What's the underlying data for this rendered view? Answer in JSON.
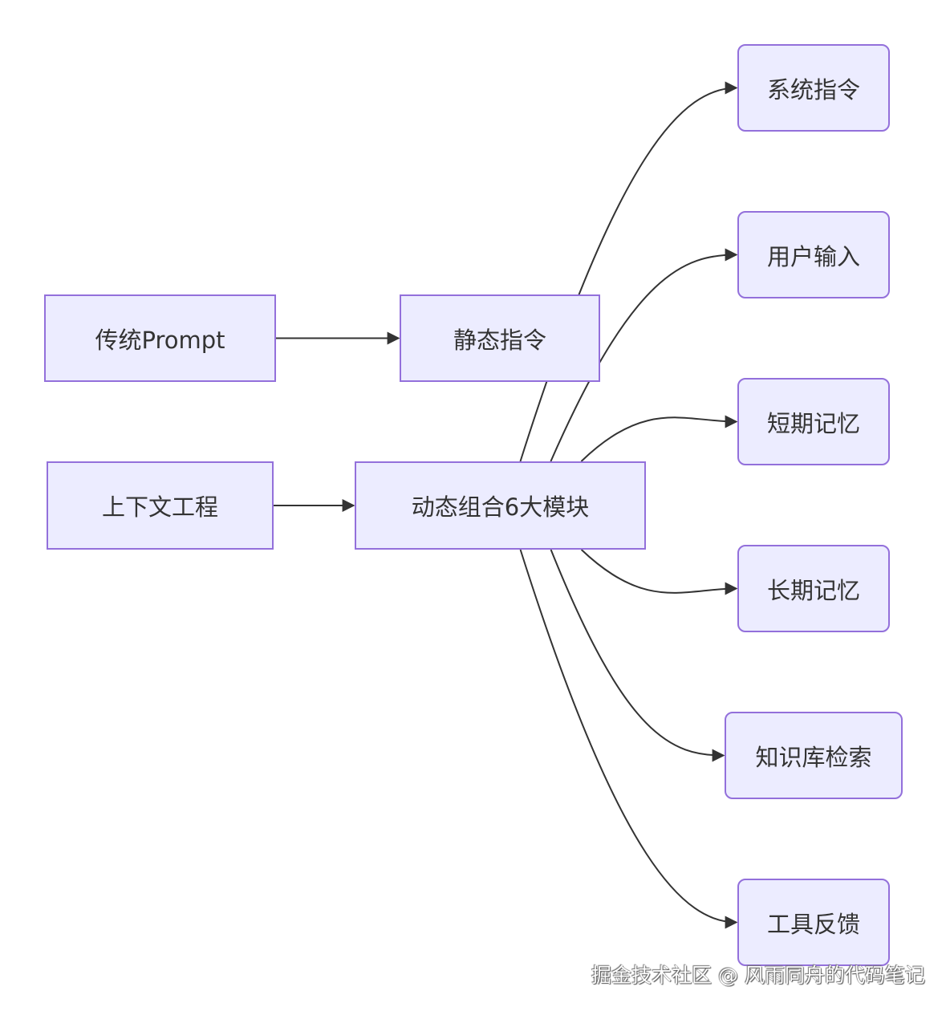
{
  "diagram": {
    "type": "flowchart",
    "direction": "left-to-right",
    "colors": {
      "node_fill": "#ececff",
      "node_border": "#9370db",
      "text": "#333333",
      "edge": "#333333",
      "background": "#ffffff"
    },
    "nodes": [
      {
        "id": "traditional",
        "label": "传统Prompt",
        "shape": "rect"
      },
      {
        "id": "context",
        "label": "上下文工程",
        "shape": "rect"
      },
      {
        "id": "static",
        "label": "静态指令",
        "shape": "rect"
      },
      {
        "id": "dynamic",
        "label": "动态组合6大模块",
        "shape": "rect"
      },
      {
        "id": "sys",
        "label": "系统指令",
        "shape": "rounded"
      },
      {
        "id": "user",
        "label": "用户输入",
        "shape": "rounded"
      },
      {
        "id": "stm",
        "label": "短期记忆",
        "shape": "rounded"
      },
      {
        "id": "ltm",
        "label": "长期记忆",
        "shape": "rounded"
      },
      {
        "id": "kb",
        "label": "知识库检索",
        "shape": "rounded"
      },
      {
        "id": "tool",
        "label": "工具反馈",
        "shape": "rounded"
      }
    ],
    "edges": [
      {
        "from": "traditional",
        "to": "static"
      },
      {
        "from": "context",
        "to": "dynamic"
      },
      {
        "from": "dynamic",
        "to": "sys"
      },
      {
        "from": "dynamic",
        "to": "user"
      },
      {
        "from": "dynamic",
        "to": "stm"
      },
      {
        "from": "dynamic",
        "to": "ltm"
      },
      {
        "from": "dynamic",
        "to": "kb"
      },
      {
        "from": "dynamic",
        "to": "tool"
      }
    ]
  },
  "watermark": "掘金技术社区 @ 风雨同舟的代码笔记"
}
